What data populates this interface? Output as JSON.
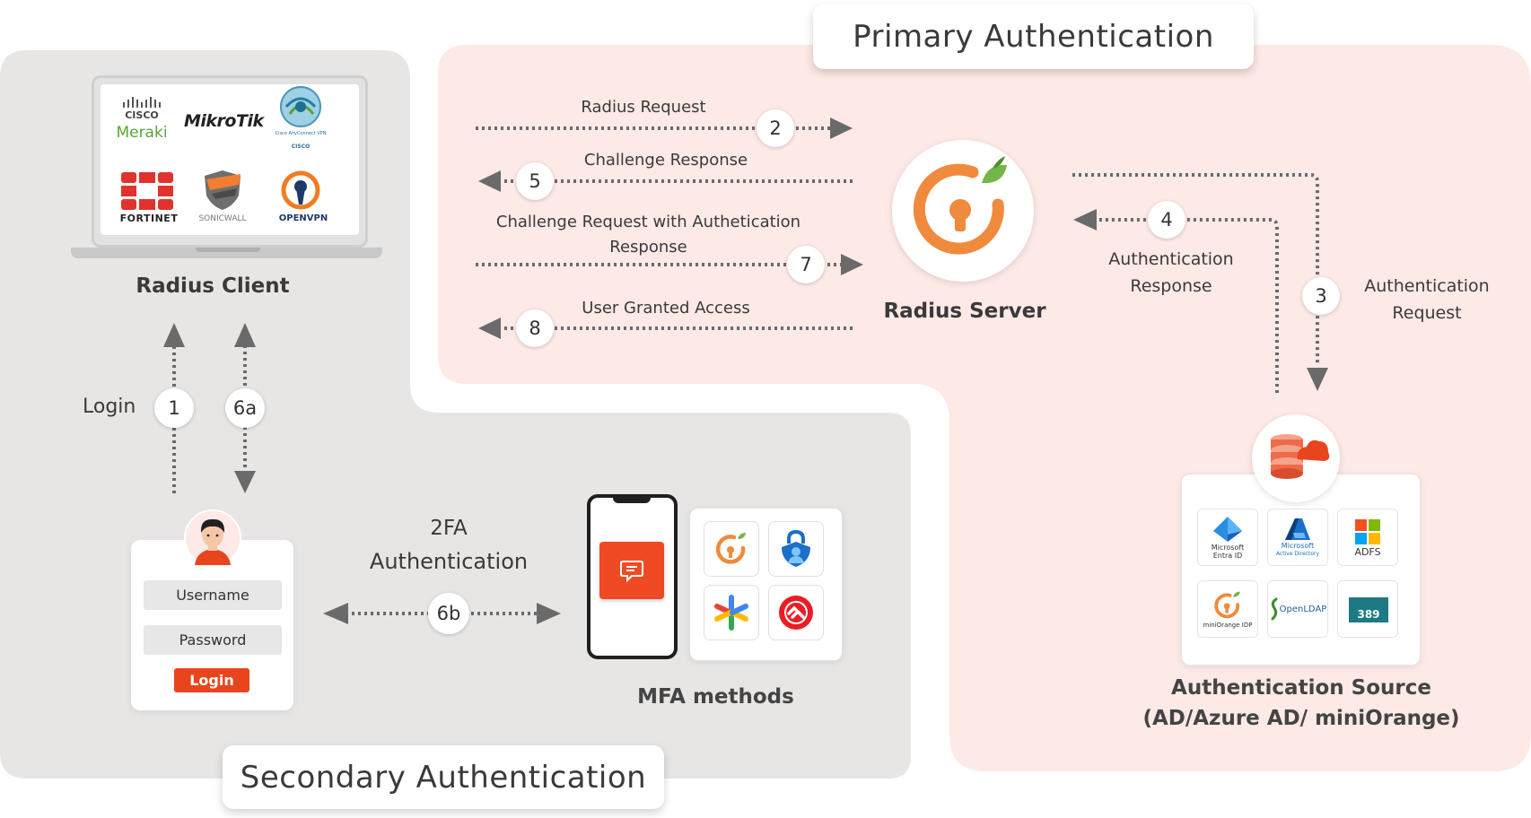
{
  "titles": {
    "primary": "Primary Authentication",
    "secondary": "Secondary Authentication"
  },
  "radius_client": {
    "label": "Radius Client",
    "logos": {
      "cisco_top": "CISCO",
      "meraki": "Meraki",
      "mikrotik": "MikroTik",
      "anyconnect": "Cisco AnyConnect VPN",
      "anyconnect_cisco": "CISCO",
      "fortinet": "FORTINET",
      "sonicwall": "SONICWALL",
      "openvpn": "OPENVPN"
    }
  },
  "radius_server": {
    "label": "Radius Server"
  },
  "flows": {
    "radius_request": "Radius Request",
    "challenge_response": "Challenge Response",
    "challenge_request_line1": "Challenge Request with Authetication",
    "challenge_request_line2": "Response",
    "user_granted": "User Granted Access",
    "auth_response_line1": "Authentication",
    "auth_response_line2": "Response",
    "auth_request_line1": "Authentication",
    "auth_request_line2": "Request",
    "login": "Login",
    "twofa_line1": "2FA",
    "twofa_line2": "Authentication"
  },
  "steps": {
    "s1": "1",
    "s2": "2",
    "s3": "3",
    "s4": "4",
    "s5": "5",
    "s6a": "6a",
    "s6b": "6b",
    "s7": "7",
    "s8": "8"
  },
  "login_form": {
    "username": "Username",
    "password": "Password",
    "button": "Login"
  },
  "mfa": {
    "label": "MFA methods"
  },
  "auth_source": {
    "label_line1": "Authentication Source",
    "label_line2": "(AD/Azure AD/ miniOrange)",
    "tiles": {
      "entra_line1": "Microsoft",
      "entra_line2": "Entra ID",
      "active_line1": "Microsoft",
      "active_line2": "Active Directory",
      "adfs": "ADFS",
      "miniorange": "miniOrange IDP",
      "openldap": "OpenLDAP",
      "ds389": "389"
    }
  },
  "colors": {
    "primary_bg": "#fde9e6",
    "secondary_bg": "#e8e6e5",
    "accent_orange": "#e8451f",
    "miniorange_orange": "#f08a3c",
    "arrow_gray": "#6a6a6a"
  }
}
